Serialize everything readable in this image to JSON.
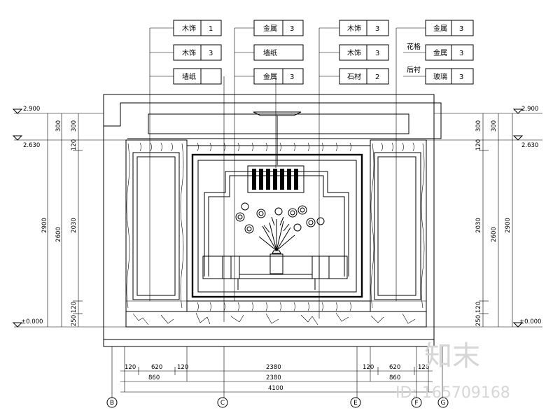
{
  "callouts": {
    "group1": [
      {
        "material": "木饰",
        "code": "1"
      },
      {
        "material": "木饰",
        "code": "3"
      },
      {
        "material": "墙纸",
        "code": ""
      }
    ],
    "group2": [
      {
        "material": "金属",
        "code": "3"
      },
      {
        "material": "墙纸",
        "code": ""
      },
      {
        "material": "金属",
        "code": "3"
      }
    ],
    "group3": [
      {
        "material": "木饰",
        "code": "3"
      },
      {
        "material": "木饰",
        "code": "3"
      },
      {
        "material": "石材",
        "code": "2"
      }
    ],
    "group4": [
      {
        "material": "金属",
        "code": "3"
      },
      {
        "material": "金属",
        "code": "3"
      },
      {
        "material": "玻璃",
        "code": "3"
      }
    ],
    "group4_side_labels": [
      "花格",
      "后衬"
    ]
  },
  "elevation_marks": {
    "left": [
      "2.900",
      "2.630",
      "±0.000"
    ],
    "right": [
      "2.900",
      "2.630",
      "±0.000"
    ]
  },
  "vertical_dims": {
    "left_outer": [
      "300",
      "2600"
    ],
    "left_total": "2900",
    "left_inner": [
      "300",
      "120",
      "2030",
      "120",
      "250"
    ],
    "right_inner": [
      "300",
      "120",
      "2030",
      "120",
      "250"
    ],
    "right_outer": [
      "300",
      "2600"
    ],
    "right_total": "2900"
  },
  "horizontal_dims": {
    "row1": [
      "120",
      "620",
      "120",
      "2380",
      "120",
      "620",
      "120"
    ],
    "row2": [
      "860",
      "2380",
      "860"
    ],
    "row3": "4100"
  },
  "axis_labels": [
    "B",
    "C",
    "E",
    "F",
    "G"
  ],
  "watermark": {
    "logo": "知末",
    "id": "ID: 165709168"
  }
}
